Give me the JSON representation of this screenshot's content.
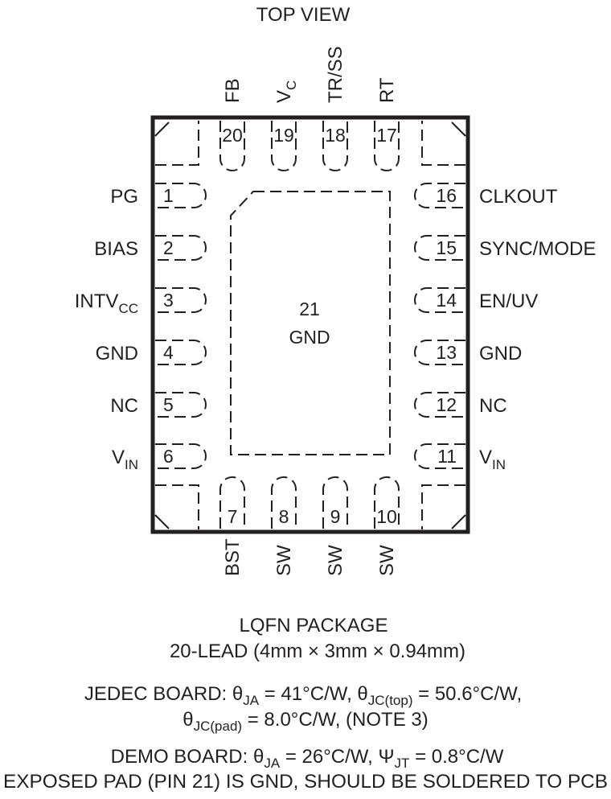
{
  "title": "TOP VIEW",
  "top_pins": [
    {
      "num": "20",
      "name": "FB"
    },
    {
      "num": "19",
      "name": "V",
      "sub": "C"
    },
    {
      "num": "18",
      "name": "TR/SS"
    },
    {
      "num": "17",
      "name": "RT"
    }
  ],
  "bottom_pins": [
    {
      "num": "7",
      "name": "BST"
    },
    {
      "num": "8",
      "name": "SW"
    },
    {
      "num": "9",
      "name": "SW"
    },
    {
      "num": "10",
      "name": "SW"
    }
  ],
  "left_pins": [
    {
      "num": "1",
      "name": "PG"
    },
    {
      "num": "2",
      "name": "BIAS"
    },
    {
      "num": "3",
      "name": "INTV",
      "sub": "CC"
    },
    {
      "num": "4",
      "name": "GND"
    },
    {
      "num": "5",
      "name": "NC"
    },
    {
      "num": "6",
      "name": "V",
      "sub": "IN"
    }
  ],
  "right_pins": [
    {
      "num": "16",
      "name": "CLKOUT"
    },
    {
      "num": "15",
      "name": "SYNC/MODE"
    },
    {
      "num": "14",
      "name": "EN/UV"
    },
    {
      "num": "13",
      "name": "GND"
    },
    {
      "num": "12",
      "name": "NC"
    },
    {
      "num": "11",
      "name": "V",
      "sub": "IN"
    }
  ],
  "pad": {
    "num": "21",
    "name": "GND"
  },
  "package": {
    "line1": "LQFN PACKAGE",
    "line2": "20-LEAD (4mm × 3mm × 0.94mm)"
  },
  "notes": {
    "jedec_prefix": "JEDEC BOARD: θ",
    "jedec_ja_sub": "JA",
    "jedec_ja_val": " = 41°C/W, θ",
    "jedec_jctop_sub": "JC(top)",
    "jedec_jctop_val": " = 50.6°C/W,",
    "jcpad_prefix": "θ",
    "jcpad_sub": "JC(pad)",
    "jcpad_val": " = 8.0°C/W, (NOTE 3)",
    "demo_prefix": "DEMO BOARD: θ",
    "demo_ja_sub": "JA",
    "demo_ja_val": " = 26°C/W, Ψ",
    "demo_jt_sub": "JT",
    "demo_jt_val": " = 0.8°C/W",
    "exposed_pad": "EXPOSED PAD (PIN 21) IS GND, SHOULD BE SOLDERED TO PCB"
  }
}
